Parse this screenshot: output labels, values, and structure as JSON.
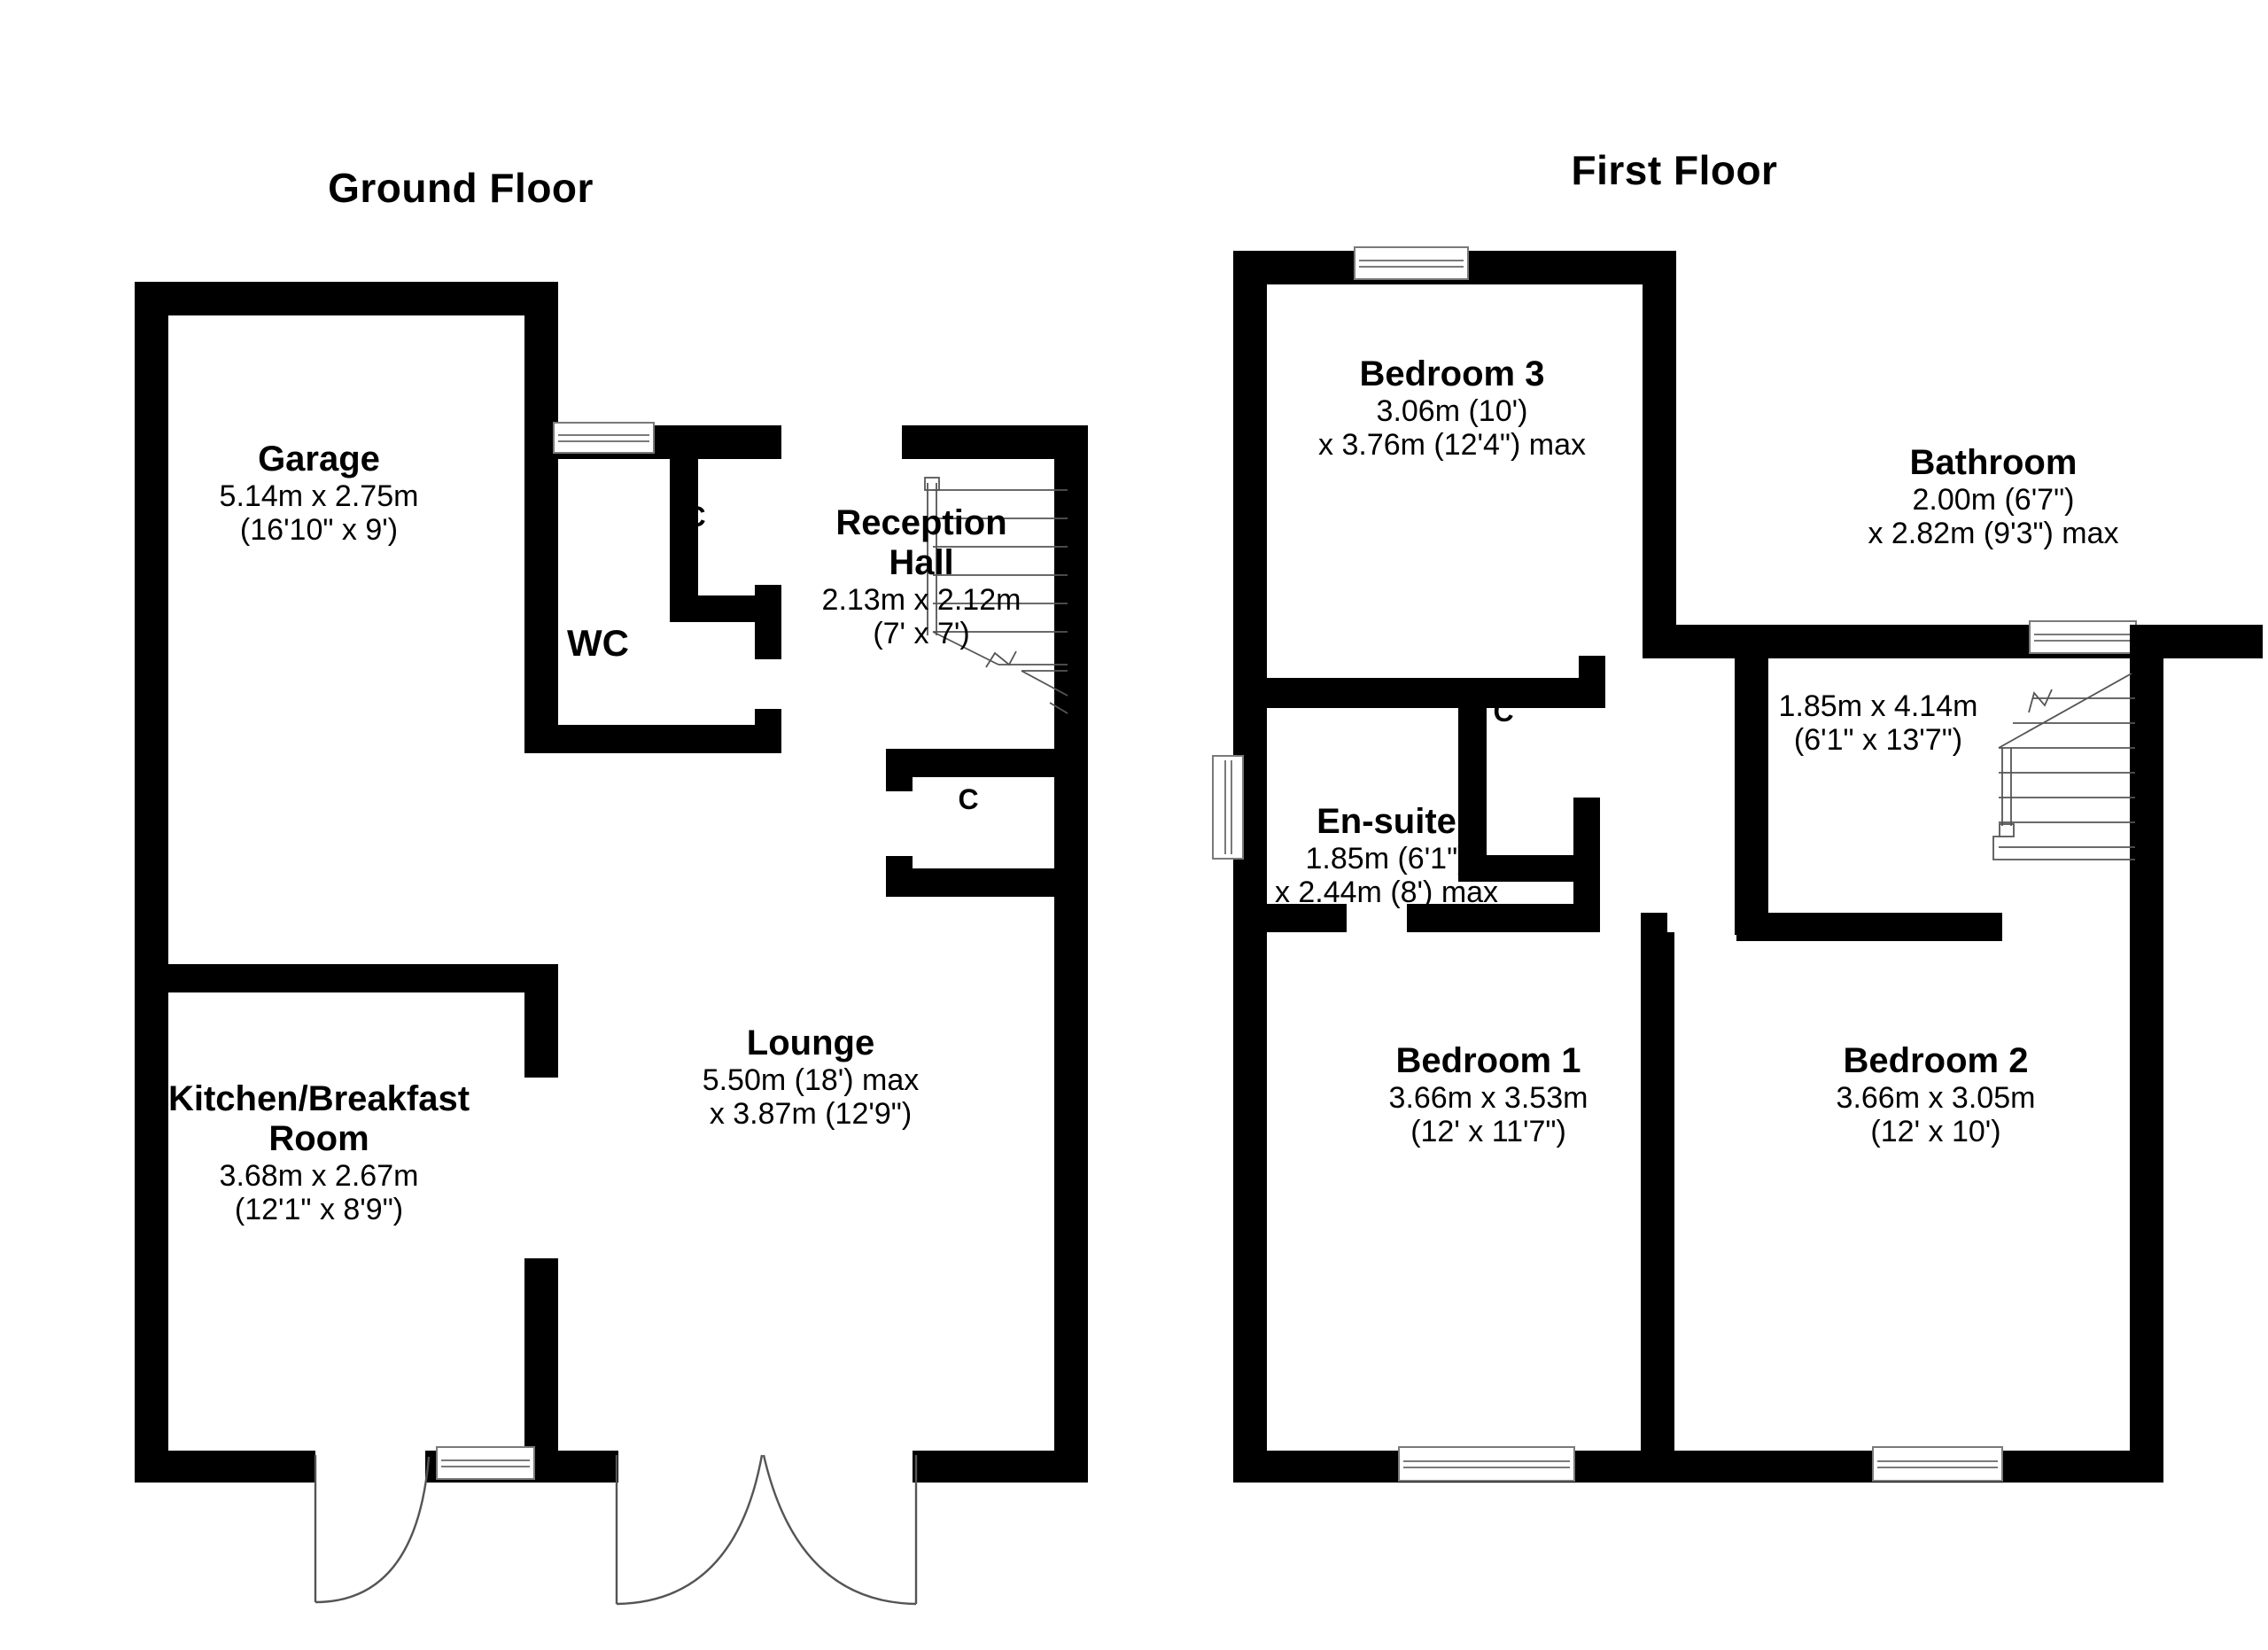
{
  "plan": {
    "ground_floor_title": "Ground Floor",
    "first_floor_title": "First Floor"
  },
  "ground_floor": {
    "rooms": [
      {
        "key": "garage",
        "name": "Garage",
        "dim_metric": "5.14m x 2.75m",
        "dim_imperial": "(16'10\" x 9')"
      },
      {
        "key": "reception_hall",
        "name_line1": "Reception",
        "name_line2": "Hall",
        "dim_metric": "2.13m x 2.12m",
        "dim_imperial": "(7' x 7')"
      },
      {
        "key": "kitchen_breakfast",
        "name_line1": "Kitchen/Breakfast",
        "name_line2": "Room",
        "dim_metric": "3.68m x 2.67m",
        "dim_imperial": "(12'1\" x 8'9\")"
      },
      {
        "key": "lounge",
        "name": "Lounge",
        "dim_metric": "5.50m (18') max",
        "dim_imperial": "x 3.87m (12'9\")"
      }
    ],
    "wc_label": "WC",
    "closet_upper_label": "C",
    "closet_lower_label": "C"
  },
  "first_floor": {
    "rooms": [
      {
        "key": "bedroom_3",
        "name": "Bedroom 3",
        "dim_metric": "3.06m (10')",
        "dim_imperial": "x 3.76m (12'4\") max"
      },
      {
        "key": "bathroom",
        "name": "Bathroom",
        "dim_metric": "2.00m (6'7\")",
        "dim_imperial": "x 2.82m (9'3\") max"
      },
      {
        "key": "en_suite",
        "name": "En-suite",
        "dim_metric": "1.85m (6'1\")",
        "dim_imperial": "x 2.44m (8') max"
      },
      {
        "key": "bedroom_1",
        "name": "Bedroom 1",
        "dim_metric": "3.66m x 3.53m",
        "dim_imperial": "(12' x 11'7\")"
      },
      {
        "key": "bedroom_2",
        "name": "Bedroom 2",
        "dim_metric": "3.66m x 3.05m",
        "dim_imperial": "(12' x 10')"
      }
    ],
    "landing": {
      "dim_metric": "1.85m x 4.14m",
      "dim_imperial": "(6'1\" x 13'7\")"
    },
    "closet_label": "C"
  },
  "style": {
    "wall_color": "#000000",
    "background_color": "#ffffff",
    "text_color": "#000000",
    "window_stroke": "#7a7a7a"
  }
}
